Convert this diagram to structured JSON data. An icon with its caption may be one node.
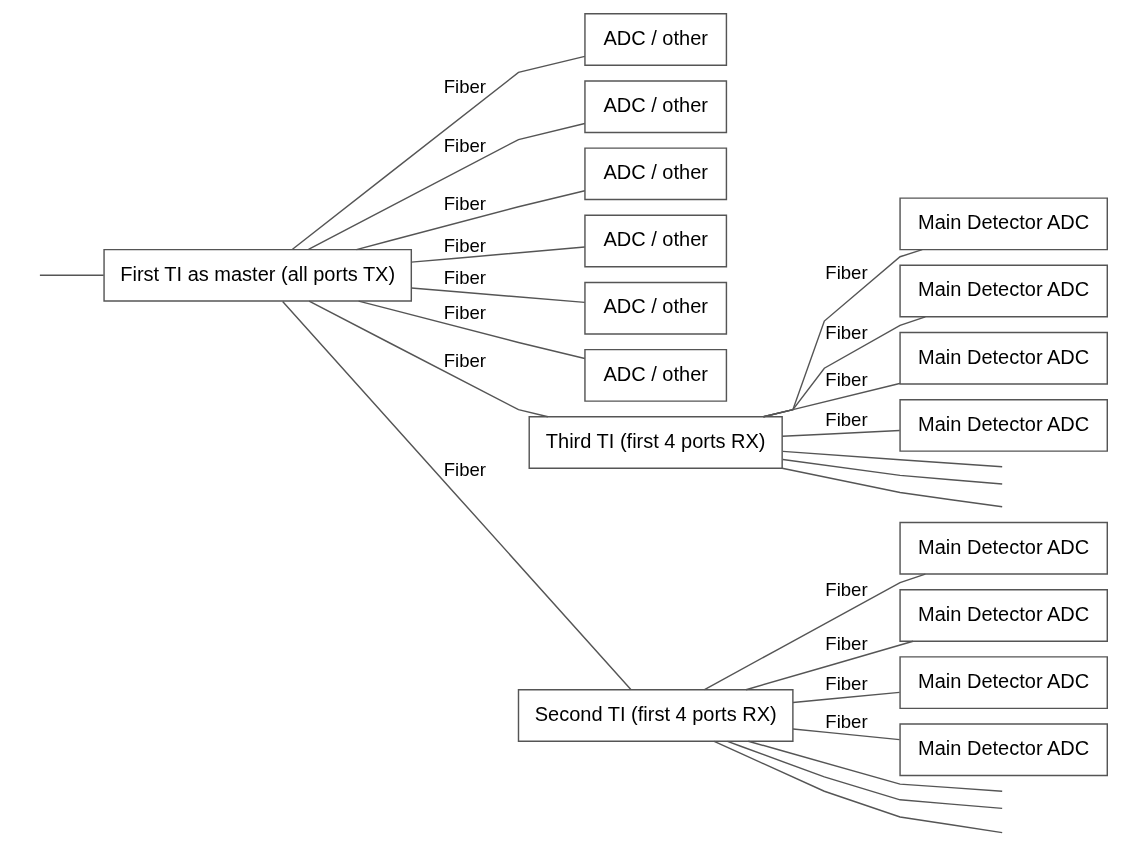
{
  "diagram": {
    "nodes": [
      {
        "text": [
          "First TI as master (all ports TX)"
        ]
      },
      {
        "text": [
          "ADC / other"
        ]
      },
      {
        "text": [
          "ADC / other"
        ]
      },
      {
        "text": [
          "ADC / other"
        ]
      },
      {
        "text": [
          "ADC / other"
        ]
      },
      {
        "text": [
          "ADC / other"
        ]
      },
      {
        "text": [
          "ADC / other"
        ]
      },
      {
        "text": [
          "Third TI (first 4 ports RX)"
        ]
      },
      {
        "text": [
          "Second TI (first 4 ports RX)"
        ]
      },
      {
        "text": [
          "Main Detector ADC"
        ]
      },
      {
        "text": [
          "Main Detector ADC"
        ]
      },
      {
        "text": [
          "Main Detector ADC"
        ]
      },
      {
        "text": [
          "Main Detector ADC"
        ]
      },
      {
        "text": [
          "Main Detector ADC"
        ]
      },
      {
        "text": [
          "Main Detector ADC"
        ]
      },
      {
        "text": [
          "Main Detector ADC"
        ]
      },
      {
        "text": [
          "Main Detector ADC"
        ]
      }
    ],
    "edges": [
      {
        "from": null,
        "to": 0,
        "arrow": "none"
      },
      {
        "from": 0,
        "to": 1,
        "arrow": "none",
        "label": "Fiber"
      },
      {
        "from": 0,
        "to": 2,
        "arrow": "none",
        "label": "Fiber"
      },
      {
        "from": 0,
        "to": 3,
        "arrow": "none",
        "label": "Fiber"
      },
      {
        "from": 0,
        "to": 4,
        "arrow": "none",
        "label": "Fiber"
      },
      {
        "from": 0,
        "to": 5,
        "arrow": "none",
        "label": "Fiber"
      },
      {
        "from": 0,
        "to": 6,
        "arrow": "none",
        "label": "Fiber"
      },
      {
        "from": 0,
        "to": 7,
        "arrow": "none",
        "label": "Fiber"
      },
      {
        "from": 0,
        "to": 8,
        "arrow": "none",
        "label": "Fiber"
      },
      {
        "from": 8,
        "to": null,
        "arrow": "none"
      },
      {
        "from": 8,
        "to": null,
        "arrow": "none"
      },
      {
        "from": 8,
        "to": null,
        "arrow": "none"
      },
      {
        "from": 8,
        "to": 9,
        "arrow": "none",
        "label": "Fiber"
      },
      {
        "from": 8,
        "to": 10,
        "arrow": "none",
        "label": "Fiber"
      },
      {
        "from": 8,
        "to": 11,
        "arrow": "none",
        "label": "Fiber"
      },
      {
        "from": 8,
        "to": 12,
        "arrow": "none",
        "label": "Fiber"
      },
      {
        "from": 7,
        "to": null,
        "arrow": "none"
      },
      {
        "from": 7,
        "to": null,
        "arrow": "none"
      },
      {
        "from": 7,
        "to": null,
        "arrow": "none"
      },
      {
        "from": 7,
        "to": 13,
        "arrow": "none",
        "label": "Fiber"
      },
      {
        "from": 7,
        "to": 14,
        "arrow": "none",
        "label": "Fiber"
      },
      {
        "from": 7,
        "to": 15,
        "arrow": "none",
        "label": "Fiber"
      },
      {
        "from": 7,
        "to": 16,
        "arrow": "none",
        "label": "Fiber"
      }
    ]
  }
}
